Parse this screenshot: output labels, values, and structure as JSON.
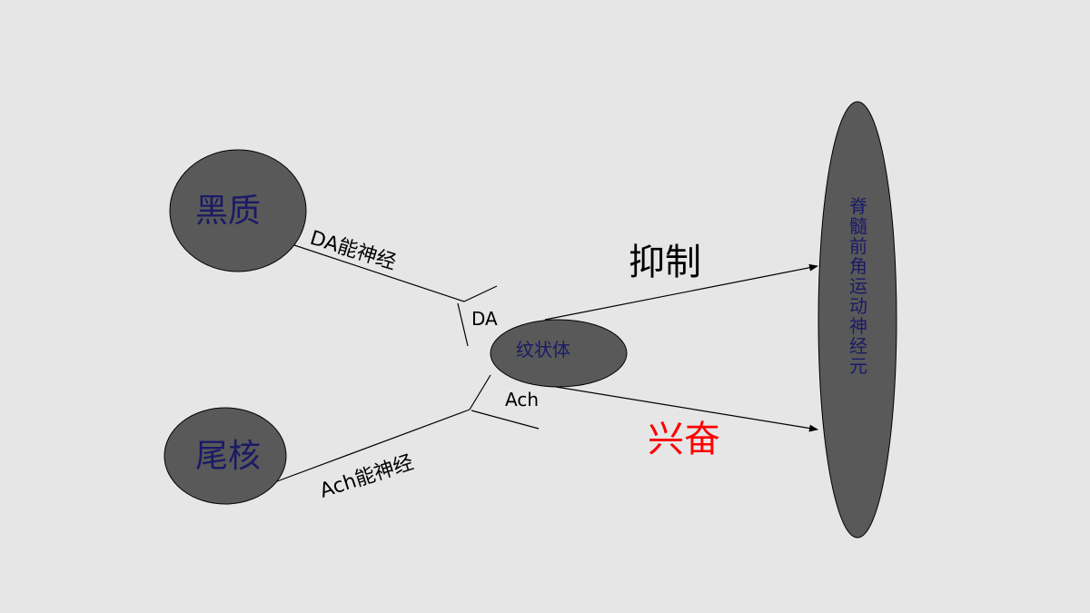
{
  "nodes": {
    "substantia_nigra": "黑质",
    "caudate": "尾核",
    "striatum": "纹状体",
    "spinal_motor_neuron": [
      "脊",
      "髓",
      "前",
      "角",
      "运",
      "动",
      "神",
      "经",
      "元"
    ]
  },
  "edges": {
    "da_neuron": "DA能神经",
    "ach_neuron": "Ach能神经",
    "da_transmitter": "DA",
    "ach_transmitter": "Ach"
  },
  "effects": {
    "inhibit": "抑制",
    "excite": "兴奋"
  },
  "colors": {
    "background": "#e6e6e6",
    "node_fill": "#595959",
    "node_label": "#1a1a66",
    "excite": "#ff0000",
    "line": "#000000"
  }
}
